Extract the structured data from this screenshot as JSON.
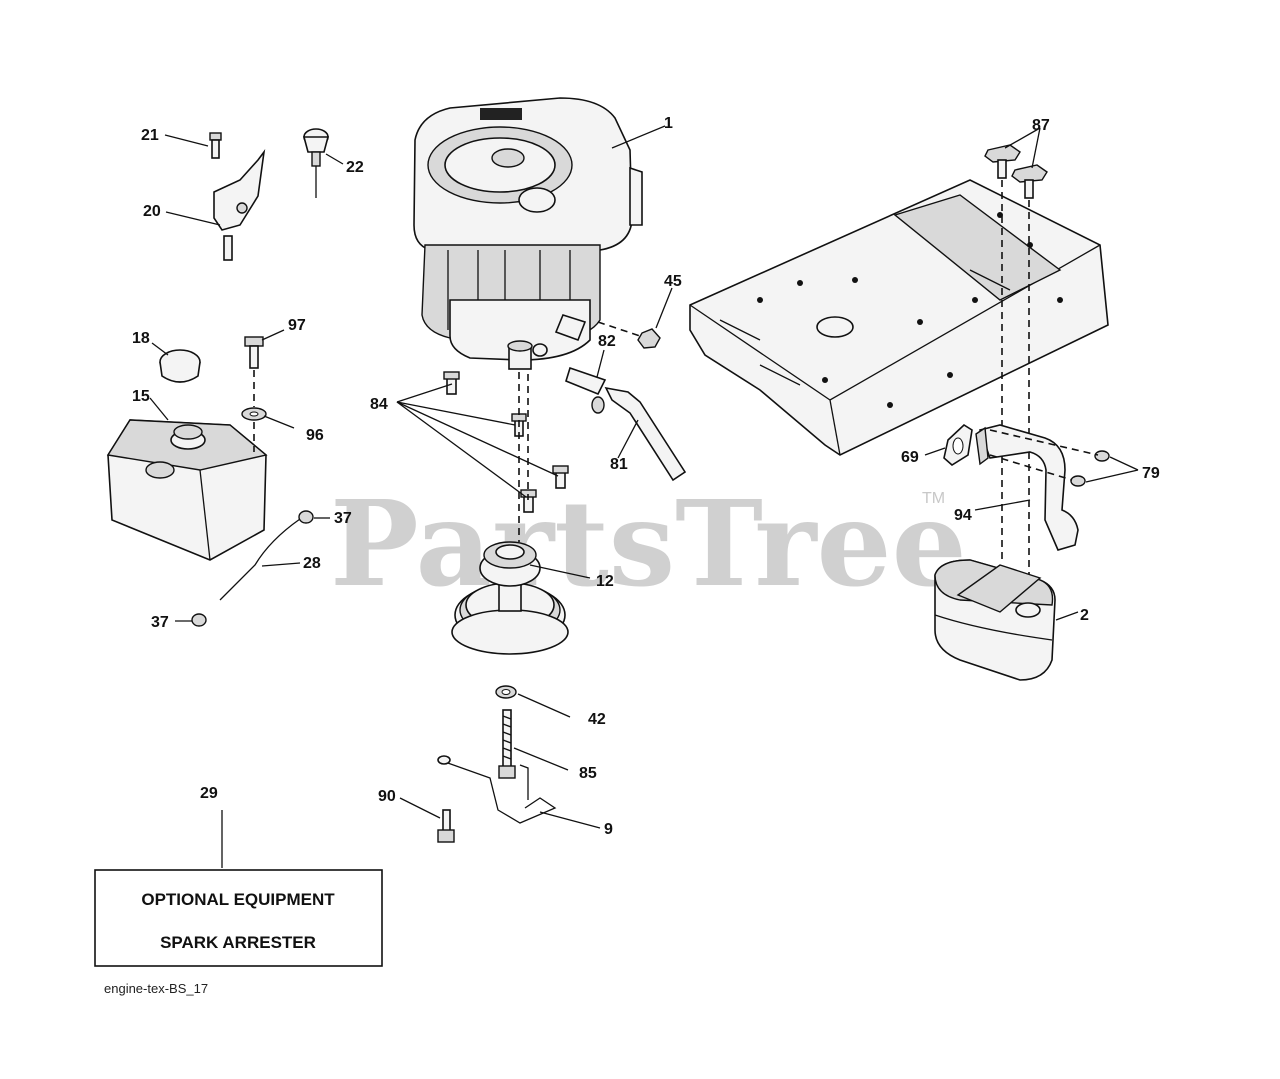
{
  "watermark": {
    "text": "PartsTree",
    "tm": "TM"
  },
  "optional_box": {
    "line1": "OPTIONAL EQUIPMENT",
    "line2": "SPARK ARRESTER"
  },
  "footer": {
    "code": "engine-tex-BS_17"
  },
  "callouts": {
    "c1": "1",
    "c2": "2",
    "c9": "9",
    "c12": "12",
    "c15": "15",
    "c18": "18",
    "c20": "20",
    "c21": "21",
    "c22": "22",
    "c28": "28",
    "c29": "29",
    "c37a": "37",
    "c37b": "37",
    "c42": "42",
    "c45": "45",
    "c69": "69",
    "c79": "79",
    "c81": "81",
    "c82": "82",
    "c84": "84",
    "c85": "85",
    "c87": "87",
    "c90": "90",
    "c94": "94",
    "c96": "96",
    "c97": "97"
  }
}
